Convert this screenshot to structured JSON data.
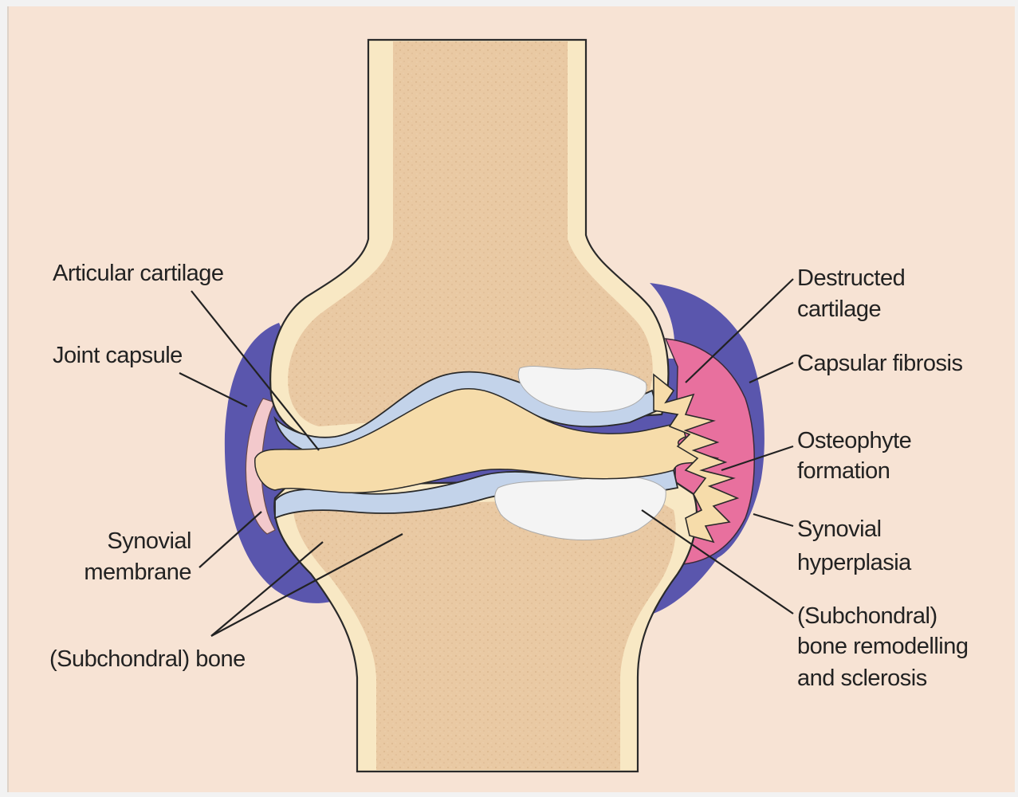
{
  "labels": {
    "articular_cartilage": "Articular cartilage",
    "joint_capsule": "Joint capsule",
    "synovial_membrane_1": "Synovial",
    "synovial_membrane_2": "membrane",
    "subchondral_bone_left": "(Subchondral) bone",
    "destructed_cartilage_1": "Destructed",
    "destructed_cartilage_2": "cartilage",
    "capsular_fibrosis": "Capsular fibrosis",
    "osteophyte_1": "Osteophyte",
    "osteophyte_2": "formation",
    "synovial_hyperplasia_1": "Synovial",
    "synovial_hyperplasia_2": "hyperplasia",
    "remodelling_1": "(Subchondral)",
    "remodelling_2": "bone remodelling",
    "remodelling_3": "and sclerosis"
  },
  "colors": {
    "background": "#f7e3d4",
    "bone": "#e8c9a0",
    "cartilage_rim": "#f8e8c4",
    "blue_cartilage": "#c3d3ea",
    "capsule": "#5a56ad",
    "hyperplasia": "#e8709e",
    "sclerosis": "#f4f4f4",
    "synovial_membrane": "#f3c9cc"
  }
}
